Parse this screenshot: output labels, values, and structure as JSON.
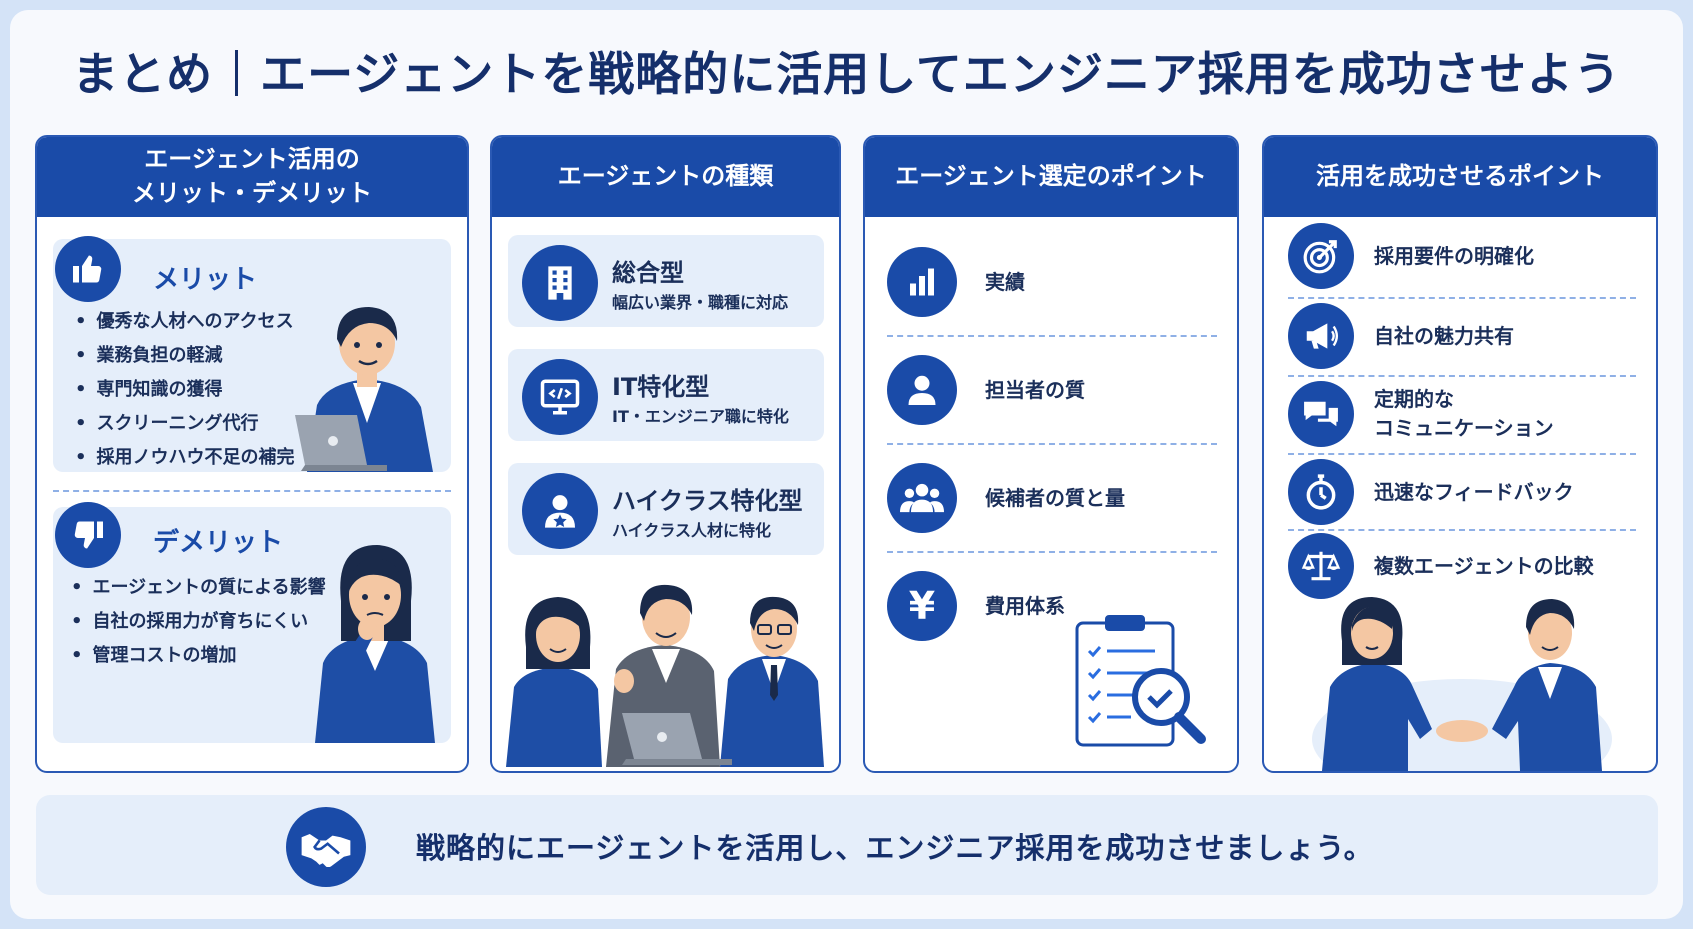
{
  "title_left": "まとめ",
  "title_right": "エージェントを戦略的に活用してエンジニア採用を成功させよう",
  "col1": {
    "header_line1": "エージェント活用の",
    "header_line2": "メリット・デメリット",
    "merit": {
      "title": "メリット",
      "icon": "thumbs-up-icon",
      "items": [
        "優秀な人材へのアクセス",
        "業務負担の軽減",
        "専門知識の獲得",
        "スクリーニング代行",
        "採用ノウハウ不足の補完"
      ]
    },
    "demerit": {
      "title": "デメリット",
      "icon": "thumbs-down-icon",
      "items": [
        "エージェントの質による影響",
        "自社の採用力が育ちにくい",
        "管理コストの増加"
      ]
    }
  },
  "col2": {
    "header": "エージェントの種類",
    "types": [
      {
        "name": "総合型",
        "desc": "幅広い業界・職種に対応",
        "icon": "building-icon"
      },
      {
        "name": "IT特化型",
        "desc": "IT・エンジニア職に特化",
        "icon": "monitor-code-icon"
      },
      {
        "name": "ハイクラス特化型",
        "desc": "ハイクラス人材に特化",
        "icon": "executive-person-icon"
      }
    ]
  },
  "col3": {
    "header": "エージェント選定のポイント",
    "points": [
      {
        "label": "実績",
        "icon": "bar-chart-icon"
      },
      {
        "label": "担当者の質",
        "icon": "person-icon"
      },
      {
        "label": "候補者の質と量",
        "icon": "group-icon"
      },
      {
        "label": "費用体系",
        "icon": "yen-icon"
      }
    ]
  },
  "col4": {
    "header": "活用を成功させるポイント",
    "points": [
      {
        "label": "採用要件の明確化",
        "icon": "target-icon"
      },
      {
        "label": "自社の魅力共有",
        "icon": "megaphone-icon"
      },
      {
        "label": "定期的な",
        "label2": "コミュニケーション",
        "icon": "chat-bubbles-icon"
      },
      {
        "label": "迅速なフィードバック",
        "icon": "stopwatch-icon"
      },
      {
        "label": "複数エージェントの比較",
        "icon": "scales-icon"
      }
    ]
  },
  "footer": {
    "message": "戦略的にエージェントを活用し、エンジニア採用を成功させましょう。",
    "icon": "handshake-icon"
  },
  "colors": {
    "primary": "#1a4ba8",
    "light": "#e5eefa",
    "title": "#152f6b",
    "background": "#d4e3f7"
  }
}
